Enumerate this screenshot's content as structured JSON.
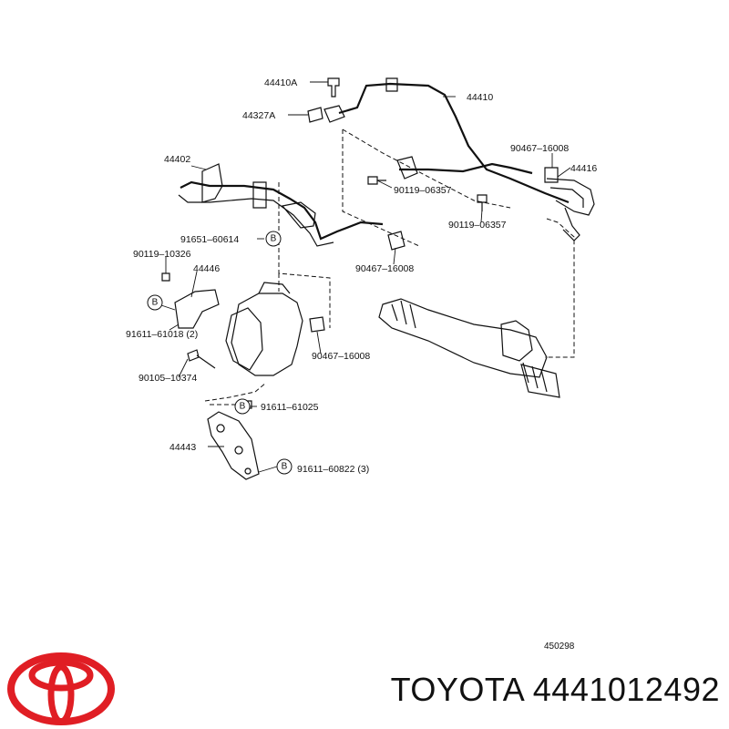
{
  "diagram": {
    "labels": {
      "l44410A": "44410A",
      "l44410": "44410",
      "l44327A": "44327A",
      "l90467_top": "90467–16008",
      "l44416": "44416",
      "l44402": "44402",
      "l90119_06357a": "90119–06357",
      "l90119_06357b": "90119–06357",
      "l91651": "91651–60614",
      "l90119_10326": "90119–10326",
      "l90467_mid": "90467–16008",
      "l44446": "44446",
      "l91611_61018": "91611–61018 (2)",
      "l90467_low": "90467–16008",
      "l90105": "90105–10374",
      "l91611_61025": "91611–61025",
      "l44443": "44443",
      "l91611_60822": "91611–60822 (3)"
    },
    "callout_letter": "B",
    "footer_code": "450298"
  },
  "brand": {
    "text": "TOYOTA 4441012492",
    "logo_color": "#e01e24"
  }
}
